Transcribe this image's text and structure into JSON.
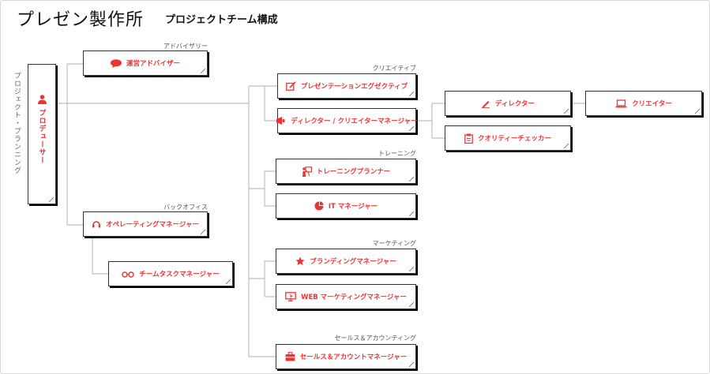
{
  "header": {
    "logo": "プレゼン製作所",
    "title": "プロジェクトチーム構成"
  },
  "side_label": "プロジェクト・プランニング",
  "groups": {
    "advisory": "アドバイザリー",
    "creative": "クリエイティブ",
    "training": "トレーニング",
    "back_office": "バックオフィス",
    "marketing": "マーケティング",
    "sales": "セールス＆アカウンティング"
  },
  "roles": {
    "producer": "プロデューサー",
    "advisor": "運営アドバイザー",
    "operating": "オペレーティングマネージャー",
    "team_task": "チームタスクマネージャー",
    "exec": "プレゼンテーションエグゼクティブ",
    "dir_creator_mgr": "ディレクター / クリエイターマネージャー",
    "director": "ディレクター",
    "creator": "クリエイター",
    "quality": "クオリティーチェッカー",
    "training_planner": "トレーニングプランナー",
    "it_mgr": "IT マネージャー",
    "branding": "ブランディングマネージャー",
    "web_mkt": "WEB マーケティングマネージャー",
    "sales_mgr": "セールス＆アカウントマネージャー"
  },
  "colors": {
    "accent": "#e33333",
    "line": "#bbbbbb",
    "border": "#333333"
  }
}
